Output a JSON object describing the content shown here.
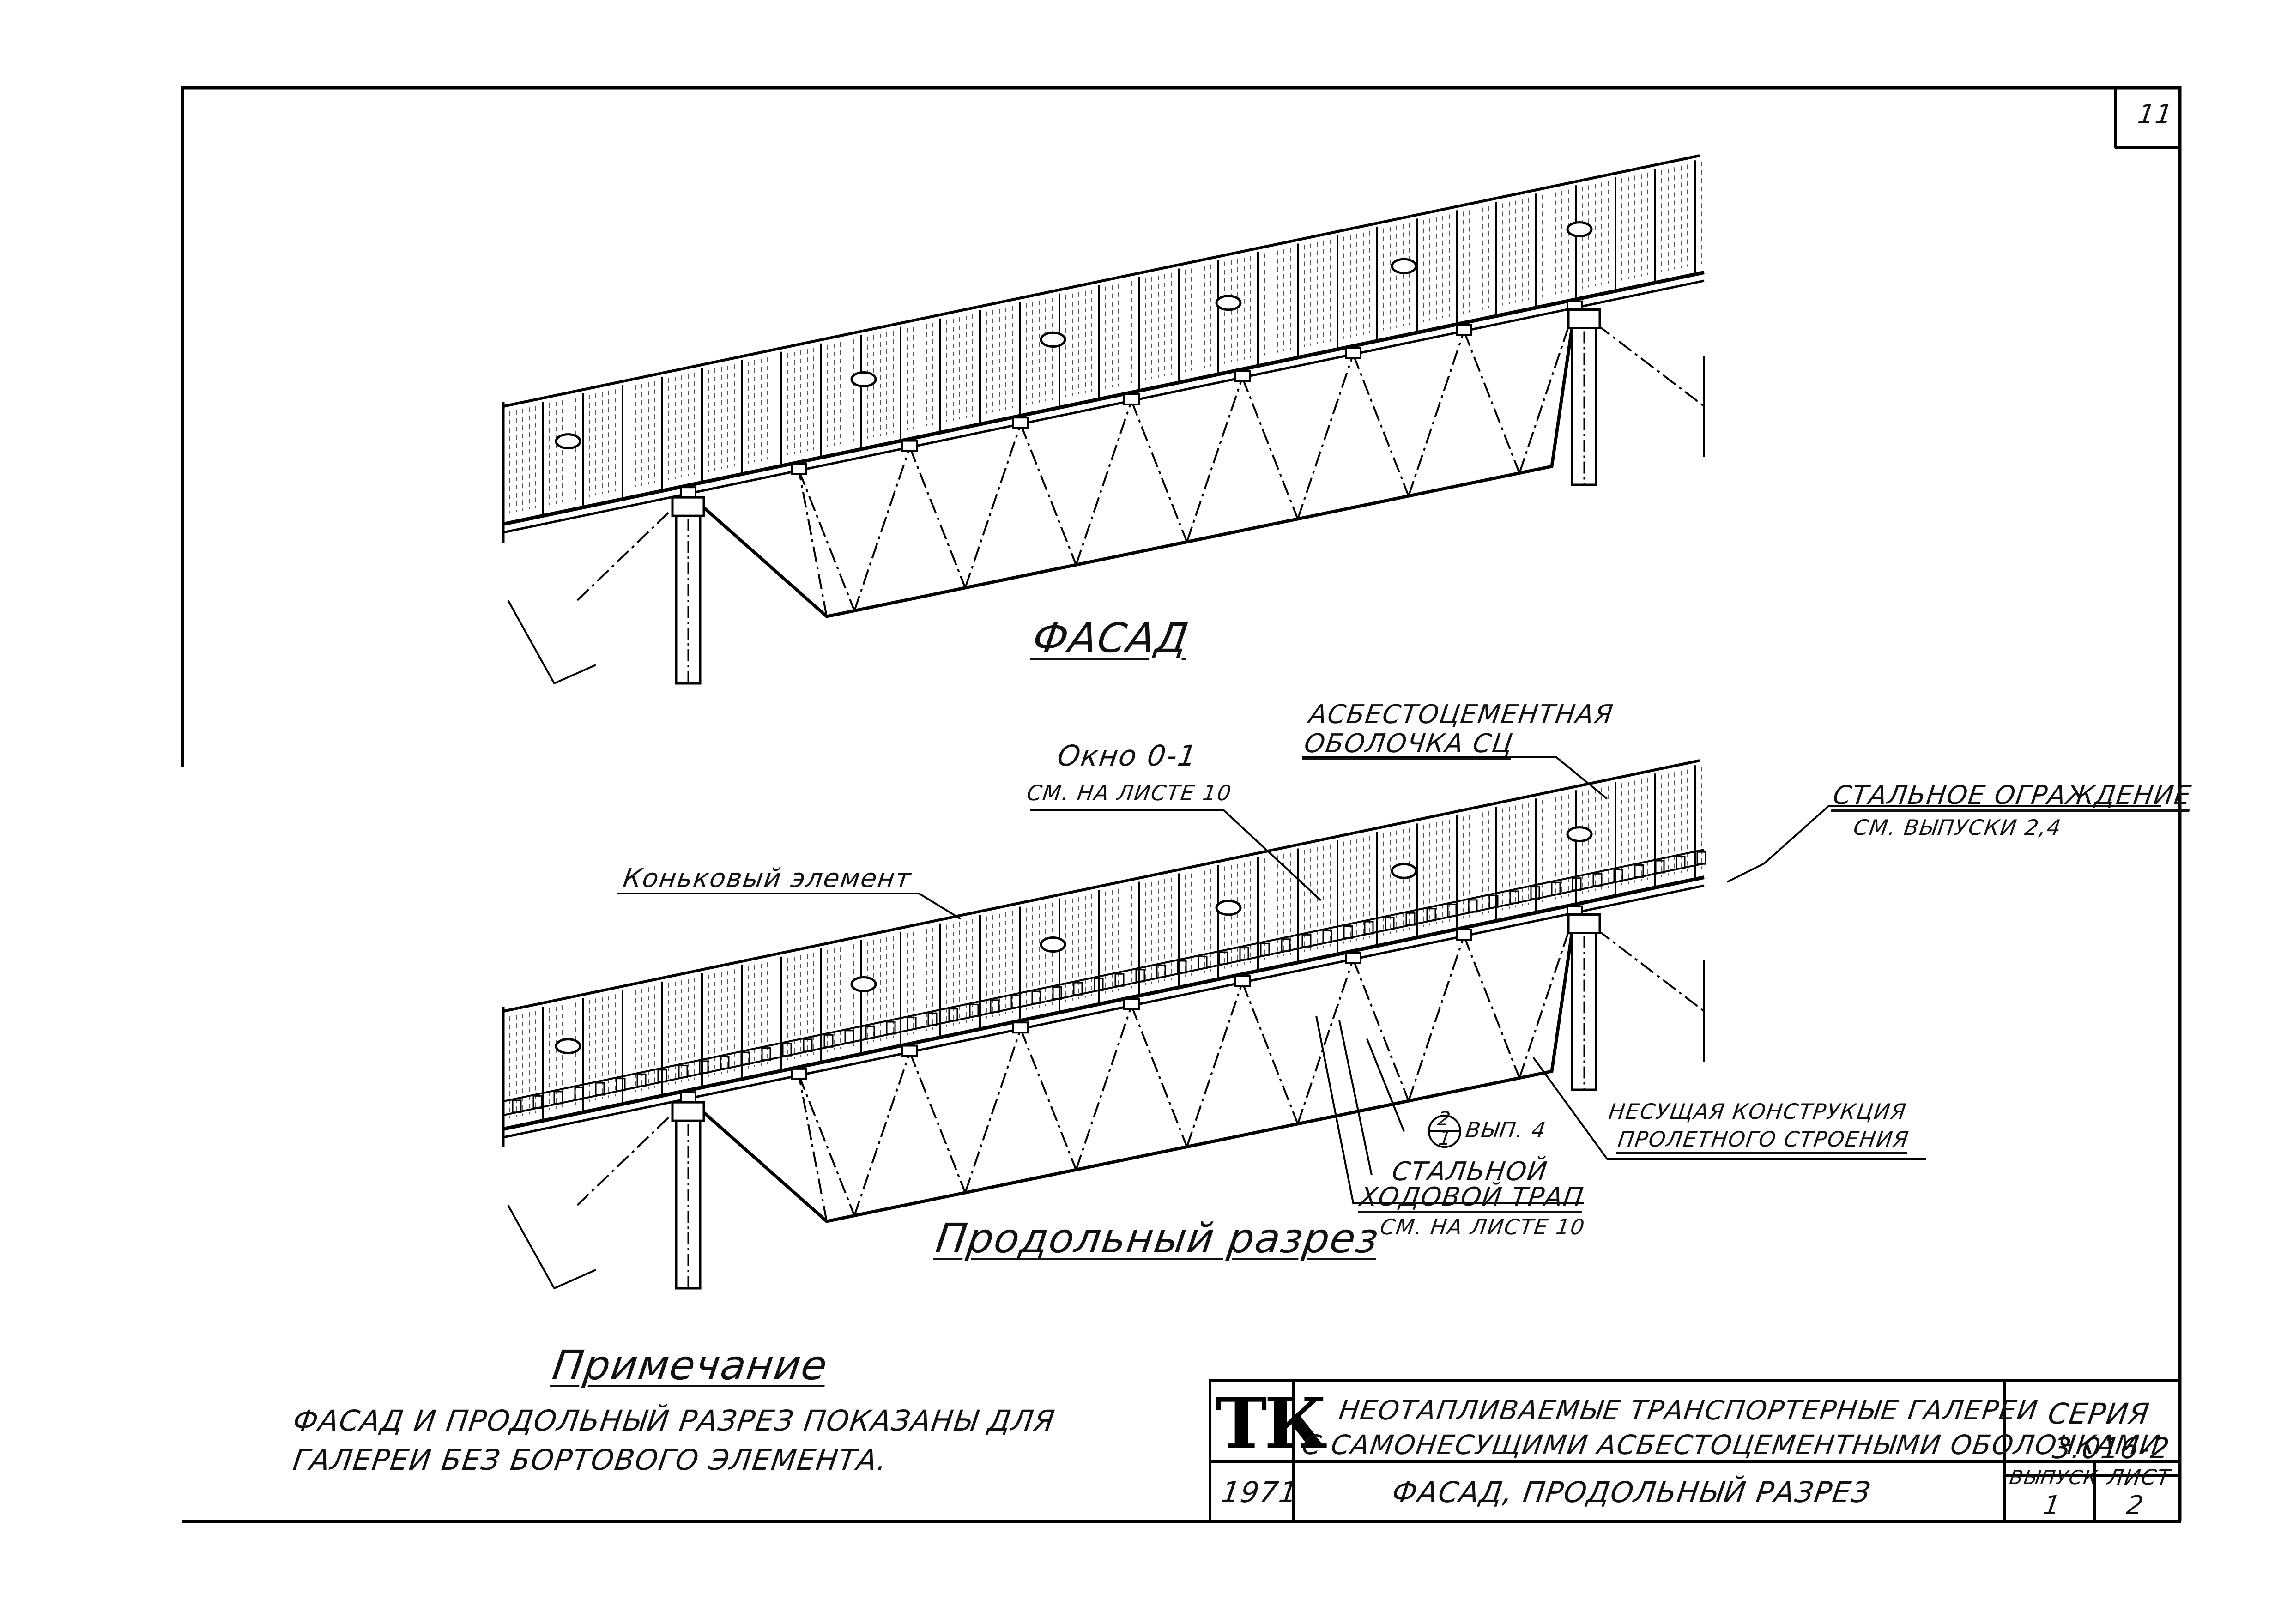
{
  "sheet_number": "11",
  "views": {
    "facade_title": "ФАСАД",
    "section_title": "Продольный разрез"
  },
  "callouts": {
    "window_name": "Окно 0-1",
    "window_ref": "СМ. НА ЛИСТЕ 10",
    "shell_line1": "АСБЕСТОЦЕМЕНТНАЯ",
    "shell_line2": "ОБОЛОЧКА СЦ",
    "railing_name": "СТАЛЬНОЕ ОГРАЖДЕНИЕ",
    "railing_ref": "СМ. ВЫПУСКИ 2,4",
    "ridge": "Коньковый элемент",
    "structure_line1": "НЕСУЩАЯ КОНСТРУКЦИЯ",
    "structure_line2": "ПРОЛЕТНОГО СТРОЕНИЯ",
    "ladder_line1": "СТАЛЬНОЙ",
    "ladder_line2": "ХОДОВОЙ ТРАП",
    "ladder_ref": "СМ. НА ЛИСТЕ 10",
    "node_top": "2",
    "node_bottom": "1",
    "node_ref": "ВЫП. 4"
  },
  "note": {
    "heading": "Примечание",
    "line1": "ФАСАД И ПРОДОЛЬНЫЙ РАЗРЕЗ ПОКАЗАНЫ ДЛЯ",
    "line2": "ГАЛЕРЕИ БЕЗ БОРТОВОГО ЭЛЕМЕНТА."
  },
  "title_block": {
    "logo": "ТК",
    "title_line1": "НЕОТАПЛИВАЕМЫЕ ТРАНСПОРТЕРНЫЕ ГАЛЕРЕИ",
    "title_line2": "С САМОНЕСУЩИМИ АСБЕСТОЦЕМЕНТНЫМИ ОБОЛОЧКАМИ",
    "year": "1971",
    "sheet_title": "ФАСАД, ПРОДОЛЬНЫЙ РАЗРЕЗ",
    "series_label": "СЕРИЯ",
    "series_value": "3.016-2",
    "issue_label": "ВЫПУСК",
    "issue_value": "1",
    "page_label": "ЛИСТ",
    "page_value": "2"
  }
}
